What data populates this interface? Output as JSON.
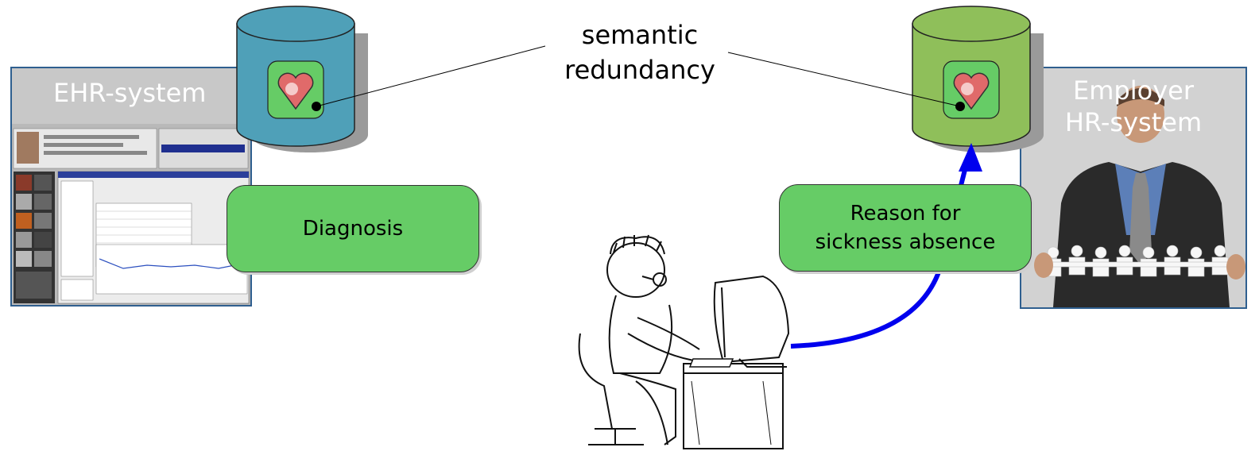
{
  "ehr_system": {
    "title": "EHR-system"
  },
  "hr_system": {
    "title_line1": "Employer",
    "title_line2": "HR-system"
  },
  "semantic": {
    "line1": "semantic",
    "line2": "redundancy"
  },
  "diagnosis": {
    "label": "Diagnosis"
  },
  "reason": {
    "line1": "Reason for",
    "line2": "sickness absence"
  },
  "colors": {
    "ehr_db": "#4fa0b8",
    "hr_db": "#8fbf5a",
    "green_box": "#66cc66",
    "arrow": "#0000ee",
    "panel_border": "#2f5f8f"
  },
  "icons": {
    "database": "cylinder-database-icon",
    "heart": "heart-icon",
    "person": "person-at-computer-illustration"
  }
}
